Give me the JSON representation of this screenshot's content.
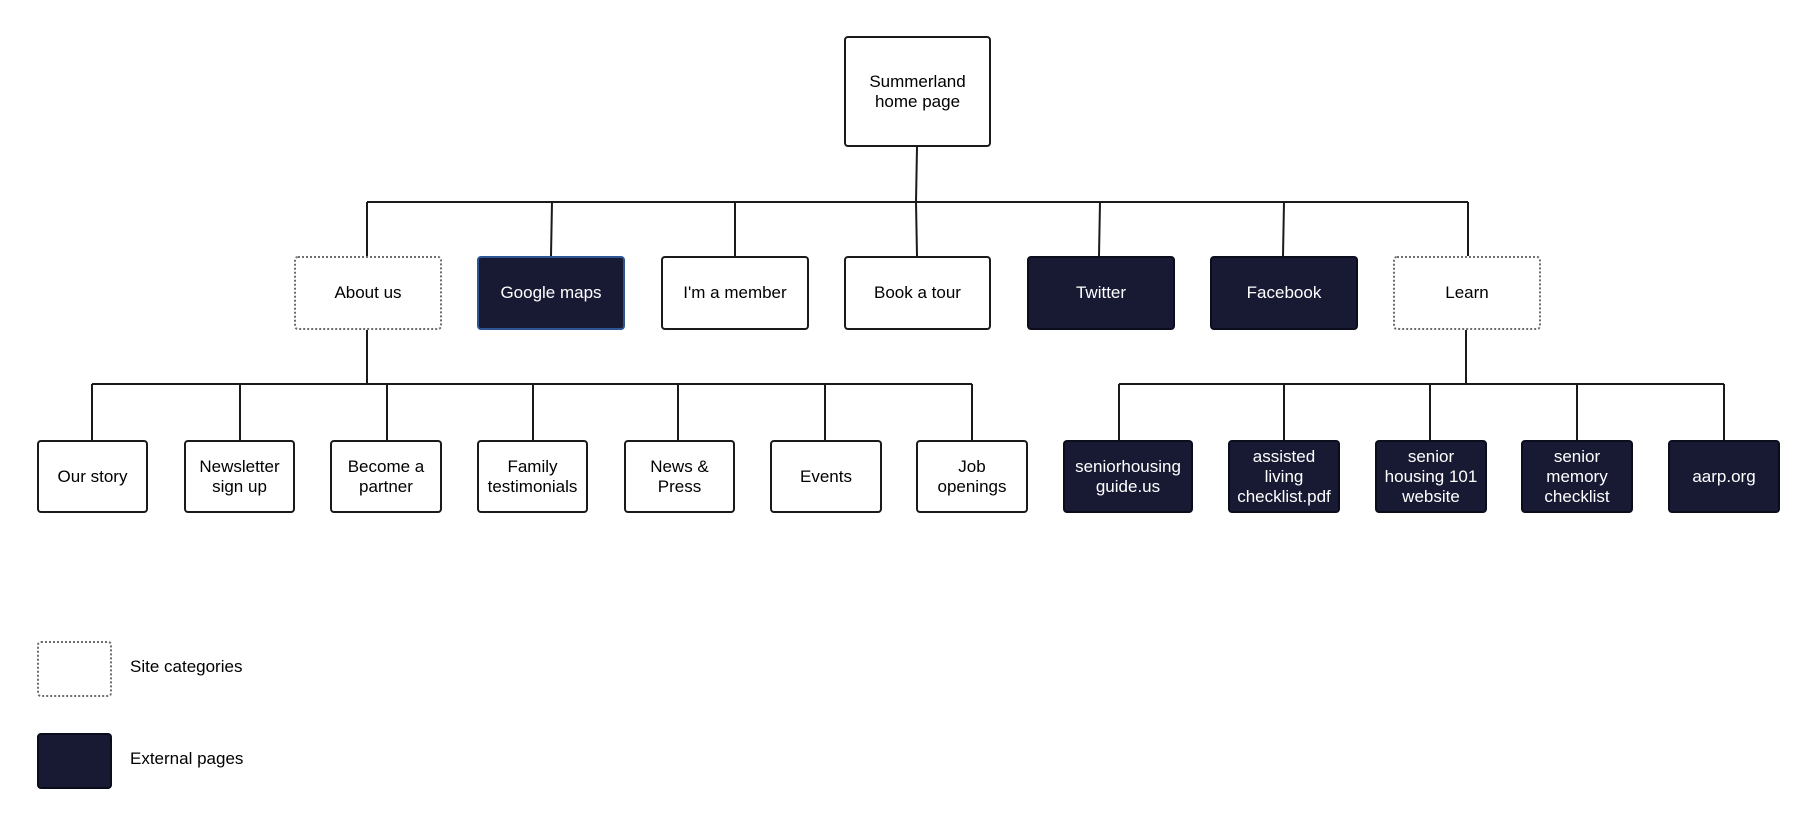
{
  "colors": {
    "external_fill": "#181a34",
    "category_border": "#6e6e6e",
    "line": "#1a1a1a"
  },
  "root": {
    "label": "Summerland\nhome page"
  },
  "level1": [
    {
      "id": "about",
      "label": "About us",
      "kind": "category"
    },
    {
      "id": "google-maps",
      "label": "Google maps",
      "kind": "external"
    },
    {
      "id": "member",
      "label": "I'm a member",
      "kind": "page"
    },
    {
      "id": "tour",
      "label": "Book a tour",
      "kind": "page"
    },
    {
      "id": "twitter",
      "label": "Twitter",
      "kind": "external"
    },
    {
      "id": "facebook",
      "label": "Facebook",
      "kind": "external"
    },
    {
      "id": "learn",
      "label": "Learn",
      "kind": "category"
    }
  ],
  "about_children": [
    {
      "label": "Our story",
      "kind": "page"
    },
    {
      "label": "Newsletter\nsign up",
      "kind": "page"
    },
    {
      "label": "Become a\npartner",
      "kind": "page"
    },
    {
      "label": "Family\ntestimonials",
      "kind": "page"
    },
    {
      "label": "News &\nPress",
      "kind": "page"
    },
    {
      "label": "Events",
      "kind": "page"
    },
    {
      "label": "Job openings",
      "kind": "page"
    }
  ],
  "learn_children": [
    {
      "label": "seniorhousing\nguide.us",
      "kind": "external"
    },
    {
      "label": "assisted\nliving\nchecklist.pdf",
      "kind": "external"
    },
    {
      "label": "senior\nhousing 101\nwebsite",
      "kind": "external"
    },
    {
      "label": "senior\nmemory\nchecklist",
      "kind": "external"
    },
    {
      "label": "aarp.org",
      "kind": "external"
    }
  ],
  "legend": {
    "categories_label": "Site categories",
    "external_label": "External pages"
  }
}
